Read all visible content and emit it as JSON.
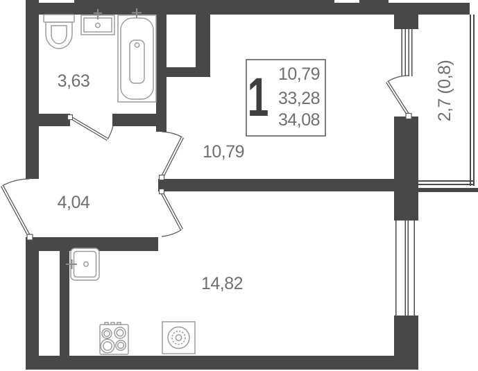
{
  "legend": {
    "rooms_count": "1",
    "room_area": "10,79",
    "living_area": "33,28",
    "total_area": "34,08"
  },
  "rooms": {
    "bathroom": {
      "area_label": "3,63"
    },
    "hallway": {
      "area_label": "4,04"
    },
    "room": {
      "area_label": "10,79"
    },
    "kitchen": {
      "area_label": "14,82"
    },
    "balcony": {
      "area_label": "2,7 (0,8)"
    }
  },
  "colors": {
    "wall": "#484848",
    "fixture_outline": "#9c9c9c",
    "door": "#565656",
    "label_text": "#6f6f6f",
    "legend_number": "#3f3f3f"
  }
}
